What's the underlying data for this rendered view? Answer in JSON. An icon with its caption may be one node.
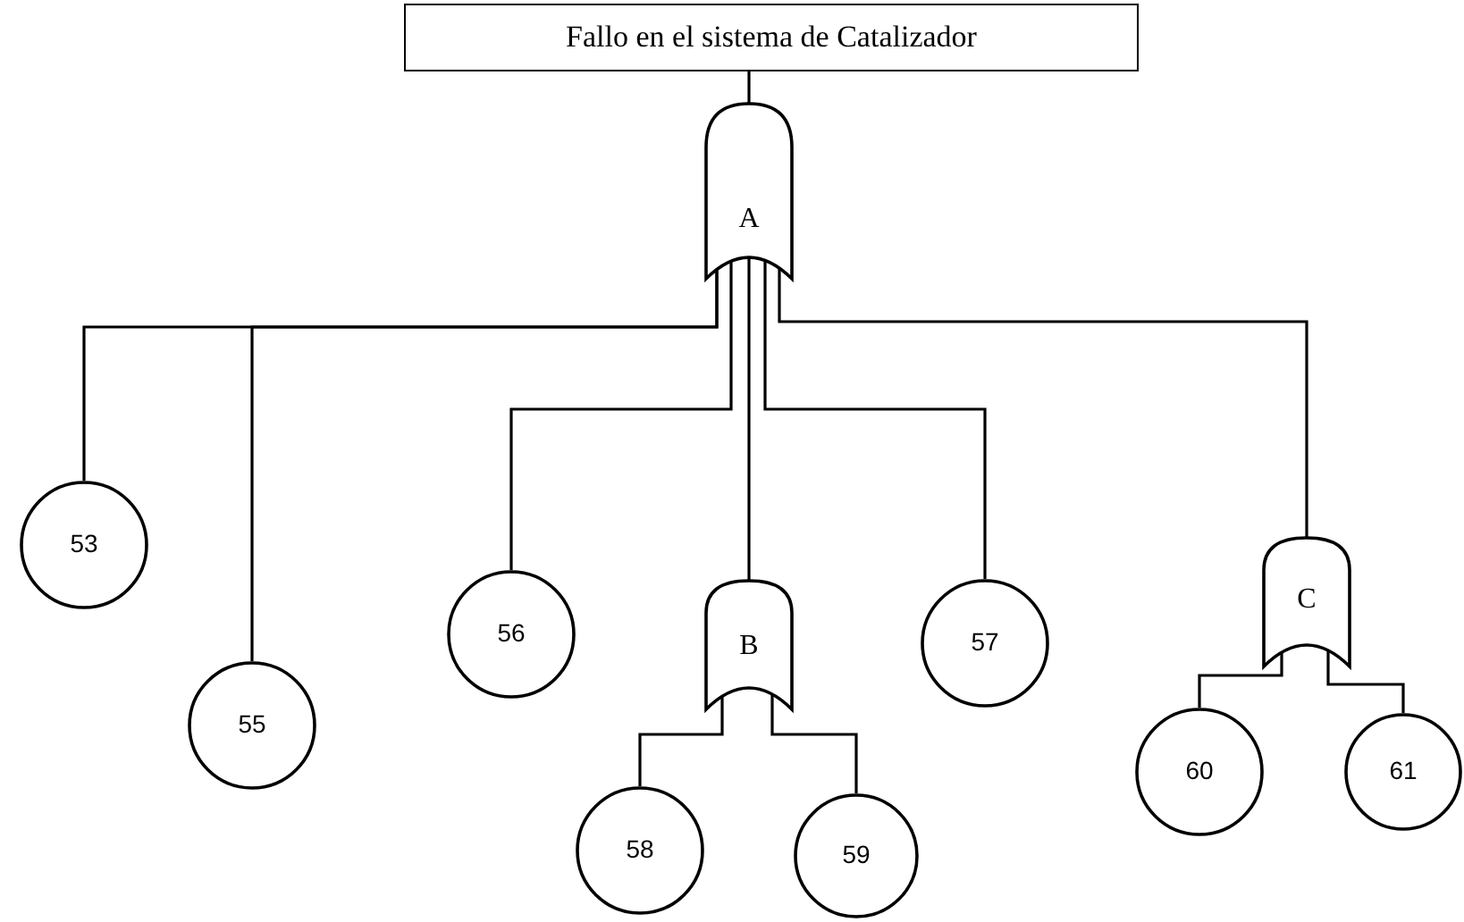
{
  "diagram": {
    "nodes": [
      {
        "text": [
          "Fallo en el sistema de Catalizador"
        ]
      },
      {
        "text": [
          "A"
        ]
      },
      {
        "text": [
          "53"
        ]
      },
      {
        "text": [
          "55"
        ]
      },
      {
        "text": [
          "56"
        ]
      },
      {
        "text": [
          "B"
        ]
      },
      {
        "text": [
          "57"
        ]
      },
      {
        "text": [
          "C"
        ]
      },
      {
        "text": [
          "58"
        ]
      },
      {
        "text": [
          "59"
        ]
      },
      {
        "text": [
          "60"
        ]
      },
      {
        "text": [
          "61"
        ]
      }
    ],
    "edges": [
      {
        "from": 0,
        "to": 1,
        "arrow": "none"
      },
      {
        "from": 1,
        "to": 2,
        "arrow": "none"
      },
      {
        "from": 1,
        "to": 3,
        "arrow": "none"
      },
      {
        "from": 1,
        "to": 4,
        "arrow": "none"
      },
      {
        "from": 1,
        "to": 5,
        "arrow": "none"
      },
      {
        "from": 1,
        "to": 6,
        "arrow": "none"
      },
      {
        "from": 1,
        "to": 7,
        "arrow": "none"
      },
      {
        "from": 5,
        "to": 8,
        "arrow": "none"
      },
      {
        "from": 5,
        "to": 9,
        "arrow": "none"
      },
      {
        "from": 7,
        "to": 10,
        "arrow": "none"
      },
      {
        "from": 7,
        "to": 11,
        "arrow": "none"
      }
    ]
  }
}
